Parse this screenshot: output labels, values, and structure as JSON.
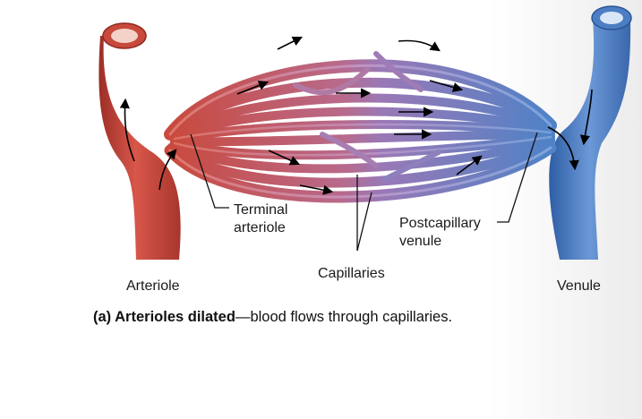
{
  "labels": {
    "terminal_arteriole_1": "Terminal",
    "terminal_arteriole_2": "arteriole",
    "postcapillary_venule_1": "Postcapillary",
    "postcapillary_venule_2": "venule",
    "capillaries": "Capillaries",
    "arteriole": "Arteriole",
    "venule": "Venule"
  },
  "caption": {
    "bold": "(a) Arterioles dilated",
    "rest": "—blood flows through capillaries."
  },
  "colors": {
    "artery": "#c9483c",
    "artery_dark": "#8f2a22",
    "capillary": "#a774b0",
    "vein": "#4d7fc4",
    "vein_dark": "#2b5597",
    "arrow": "#000000"
  }
}
